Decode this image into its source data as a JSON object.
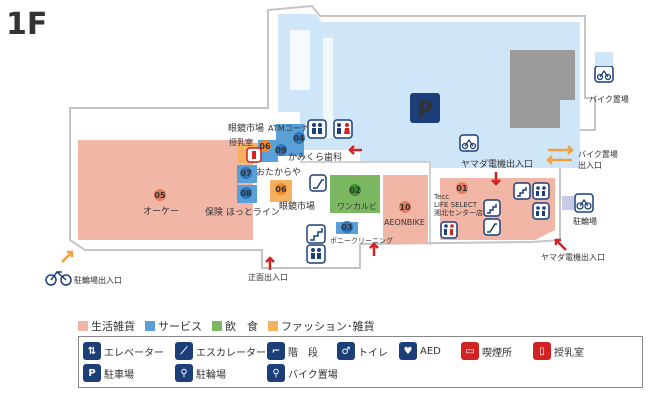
{
  "floor_label": "1F",
  "colors": {
    "living": "#f2b6a6",
    "service": "#5aa0d8",
    "food": "#7cb862",
    "fashion": "#f5b060",
    "parking_area": "#cfe6f8",
    "gray_block": "#9a9a9a",
    "corridor": "#ffffff",
    "wall": "#bfbfbf",
    "arrow_red": "#d22222",
    "arrow_orange": "#f0a040",
    "floor_green": "#1f8a3a",
    "icon_navy": "#1c3f7a"
  },
  "stores": [
    {
      "num": "05",
      "name": "オーケー"
    },
    {
      "num": "06",
      "name": "眼鏡市場"
    },
    {
      "num": "07",
      "name": "おたからや"
    },
    {
      "num": "08",
      "name": "保険 ほっとライン"
    },
    {
      "num": "09",
      "name": "かみくら歯科"
    },
    {
      "num": "02",
      "name": "ワンカルビ"
    },
    {
      "num": "03",
      "name": "ポニークリーニング"
    },
    {
      "num": "10",
      "name": "AEONBIKE"
    },
    {
      "num": "01",
      "name": "Tecc LIFE SELECT 湘北センター店"
    },
    {
      "num": "04",
      "name": "ATMコーナー"
    }
  ],
  "labels": {
    "megane_top": "眼鏡市場",
    "atm": "ATMコーナー",
    "nursing": "授乳室",
    "kamikura": "かみくら歯科",
    "otakaraya": "おたからや",
    "hoken": "保険 ほっとライン",
    "megane_bottom": "眼鏡市場",
    "okay": "オーケー",
    "onekarubi": "ワンカルビ",
    "pony": "ポニークリーニング",
    "aeonbike": "AEONBIKE",
    "tecc1": "Tecc",
    "tecc2": "LIFE SELECT",
    "tecc3": "湘北センター店",
    "bike_parking_right": "バイク置場",
    "yamada_upper": "ヤマダ電機出入口",
    "bike_entrance_a": "バイク置場",
    "bike_entrance_b": "出入口",
    "bicycle_parking_right": "駐輪場",
    "yamada_lower": "ヤマダ電機出入口",
    "front_entrance": "正面出入口",
    "bicycle_entrance": "駐輪場出入口",
    "parking_p": "P"
  },
  "legend_categories": [
    {
      "label": "生活雑貨",
      "color": "#f2b6a6"
    },
    {
      "label": "サービス",
      "color": "#5aa0d8"
    },
    {
      "label": "飲　食",
      "color": "#7cb862"
    },
    {
      "label": "ファッション･雑貨",
      "color": "#f5b060"
    }
  ],
  "legend_icons_row1": [
    {
      "icon": "elevator-icon",
      "label": "エレベーター"
    },
    {
      "icon": "escalator-icon",
      "label": "エスカレーター"
    },
    {
      "icon": "stairs-icon",
      "label": "階　段"
    },
    {
      "icon": "toilet-icon",
      "label": "トイレ"
    },
    {
      "icon": "aed-icon",
      "label": "AED"
    },
    {
      "icon": "smoking-room-icon",
      "label": "喫煙所"
    },
    {
      "icon": "nursing-room-icon",
      "label": "授乳室"
    }
  ],
  "legend_icons_row2": [
    {
      "icon": "parking-icon",
      "label": "駐車場"
    },
    {
      "icon": "bicycle-parking-icon",
      "label": "駐輪場"
    },
    {
      "icon": "motorbike-parking-icon",
      "label": "バイク置場"
    }
  ]
}
